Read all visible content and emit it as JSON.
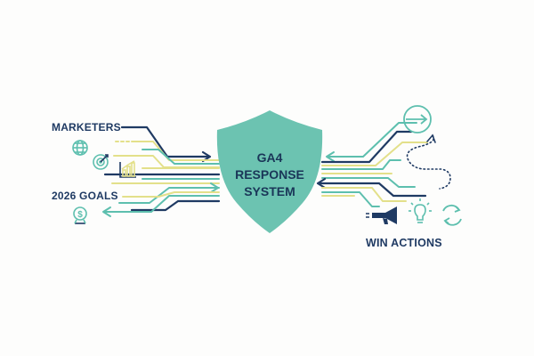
{
  "center": {
    "line1": "GA4",
    "line2": "RESPONSE",
    "line3": "SYSTEM"
  },
  "labels": {
    "left_top": "MARKETERS",
    "left_bottom": "2026 GOALS",
    "right": "WIN ACTIONS"
  },
  "left_icons": [
    "globe-icon",
    "target-icon",
    "bar-chart-icon",
    "dollar-pin-icon"
  ],
  "right_icons": [
    "target-arrow-icon",
    "dotted-path-icon",
    "megaphone-icon",
    "lightbulb-icon",
    "refresh-icon"
  ],
  "colors": {
    "navy": "#1f3a63",
    "teal": "#5dbfae",
    "yellow": "#e3e08a",
    "shield": "#6cc3b1"
  }
}
